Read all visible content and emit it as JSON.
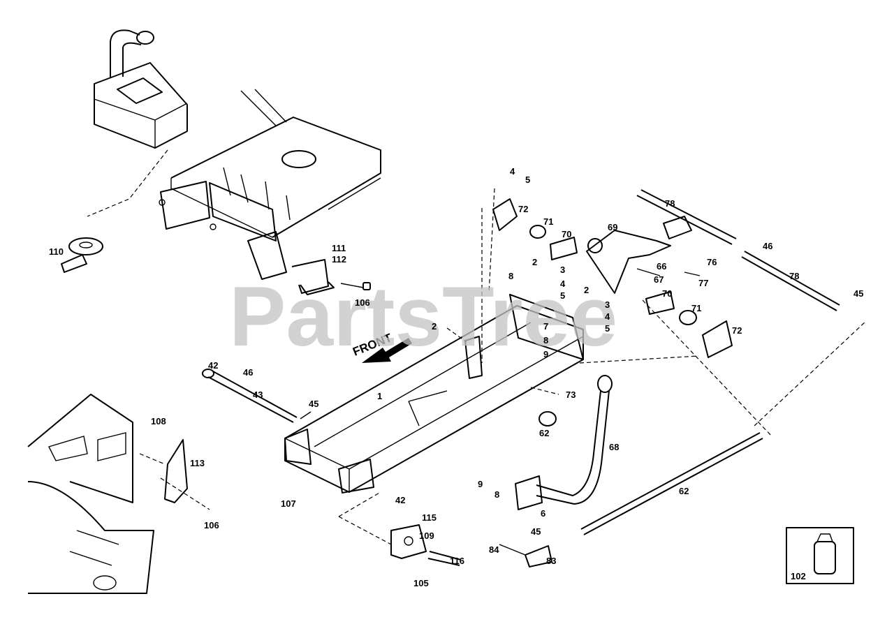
{
  "watermark": "PartsTree",
  "front_label": "FRONT",
  "callouts": {
    "c110": "110",
    "c111": "111",
    "c112": "112",
    "c106a": "106",
    "c4a": "4",
    "c5a": "5",
    "c72a": "72",
    "c71a": "71",
    "c70a": "70",
    "c69": "69",
    "c78a": "78",
    "c46a": "46",
    "c78b": "78",
    "c2a": "2",
    "c8a": "8",
    "c3a": "3",
    "c4b": "4",
    "c5b": "5",
    "c66": "66",
    "c67": "67",
    "c76": "76",
    "c77": "77",
    "c2b": "2",
    "c3b": "3",
    "c4c": "4",
    "c5c": "5",
    "c70b": "70",
    "c71b": "71",
    "c72b": "72",
    "c45a": "45",
    "c2c": "2",
    "c7": "7",
    "c8b": "8",
    "c9a": "9",
    "c42a": "42",
    "c46b": "46",
    "c43": "43",
    "c1": "1",
    "c45b": "45",
    "c73": "73",
    "c62a": "62",
    "c68": "68",
    "c108": "108",
    "c113": "113",
    "c106b": "106",
    "c107": "107",
    "c42b": "42",
    "c115": "115",
    "c109": "109",
    "c116": "116",
    "c105": "105",
    "c9b": "9",
    "c8c": "8",
    "c6": "6",
    "c45c": "45",
    "c84": "84",
    "c83": "83",
    "c62b": "62",
    "c102": "102"
  }
}
